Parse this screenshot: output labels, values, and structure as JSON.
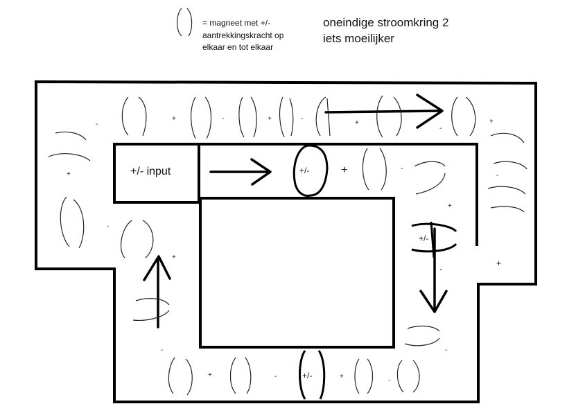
{
  "legend": {
    "line1": "= magneet met +/-",
    "line2": "aantrekkingskracht op",
    "line3": "elkaar en tot elkaar",
    "icon": "magnet-oval-icon"
  },
  "title": {
    "line1": "oneindige stroomkring 2",
    "line2": "iets moeilijker"
  },
  "input_box": {
    "label": "+/-  input"
  },
  "labels": {
    "magnet_top": "+/-",
    "magnet_right": "+/-",
    "magnet_bottom": "+/-",
    "plus": "+",
    "minus": "-"
  },
  "colors": {
    "ink": "#000000",
    "background": "#ffffff"
  }
}
